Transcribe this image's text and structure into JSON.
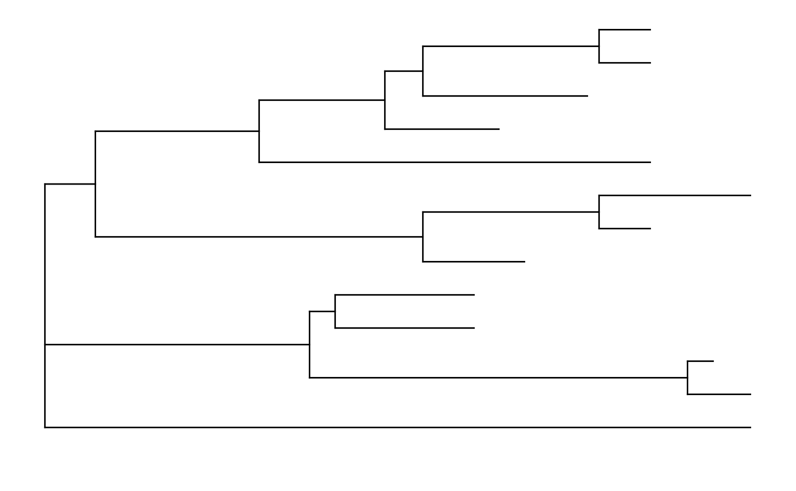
{
  "diagram": {
    "type": "phylogenetic-tree",
    "orientation": "left-to-right",
    "line_color": "#000000",
    "background_color": "#ffffff",
    "labels_shown": false,
    "tree": {
      "id": "root",
      "children": [
        {
          "id": "n1",
          "children": [
            {
              "id": "n2",
              "children": [
                {
                  "id": "n3",
                  "children": [
                    {
                      "id": "n4",
                      "children": [
                        {
                          "id": "n5",
                          "children": [
                            {
                              "id": "leaf-1"
                            },
                            {
                              "id": "leaf-2"
                            }
                          ]
                        },
                        {
                          "id": "leaf-3"
                        }
                      ]
                    },
                    {
                      "id": "leaf-4"
                    }
                  ]
                },
                {
                  "id": "leaf-5"
                }
              ]
            },
            {
              "id": "n6",
              "children": [
                {
                  "id": "n7",
                  "children": [
                    {
                      "id": "leaf-6"
                    },
                    {
                      "id": "leaf-7"
                    }
                  ]
                },
                {
                  "id": "leaf-8"
                }
              ]
            }
          ]
        },
        {
          "id": "n8",
          "children": [
            {
              "id": "n9",
              "children": [
                {
                  "id": "leaf-9"
                },
                {
                  "id": "leaf-10"
                }
              ]
            },
            {
              "id": "n10",
              "children": [
                {
                  "id": "leaf-11"
                },
                {
                  "id": "leaf-12"
                }
              ]
            }
          ]
        }
      ]
    },
    "leaf_count": 13
  }
}
